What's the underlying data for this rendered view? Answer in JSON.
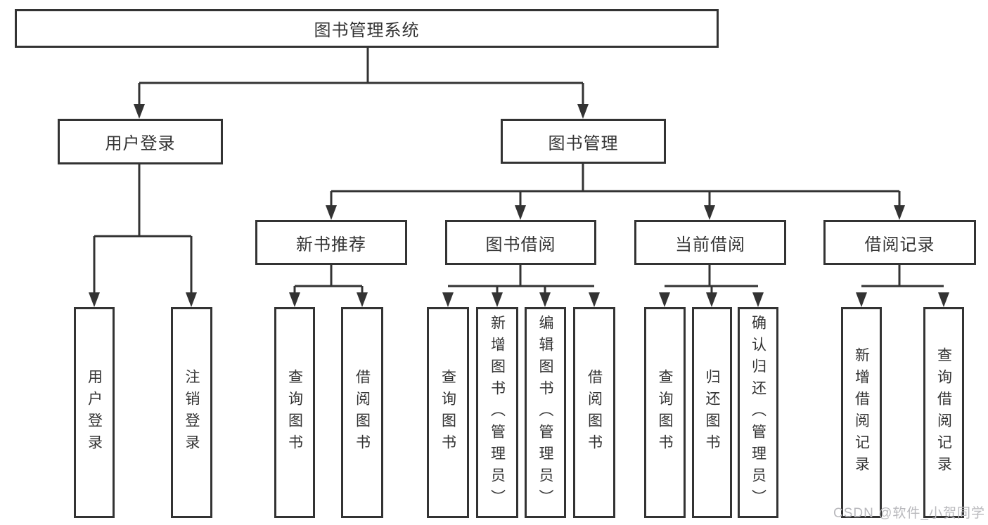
{
  "diagram": {
    "watermark": "CSDN @软件_小贺同学",
    "colors": {
      "background": "#ffffff",
      "line": "#333333",
      "box_border": "#333333",
      "text": "#333333",
      "watermark": "#b9b9bd"
    }
  },
  "tree": {
    "root": {
      "label": "图书管理系统"
    },
    "level1": [
      {
        "label": "用户登录",
        "children": [
          {
            "label": "用户登录"
          },
          {
            "label": "注销登录"
          }
        ]
      },
      {
        "label": "图书管理",
        "children": [
          {
            "label": "新书推荐",
            "children": [
              {
                "label": "查询图书"
              },
              {
                "label": "借阅图书"
              }
            ]
          },
          {
            "label": "图书借阅",
            "children": [
              {
                "label": "查询图书"
              },
              {
                "label": "新增图书（管理员）"
              },
              {
                "label": "编辑图书（管理员）"
              },
              {
                "label": "借阅图书"
              }
            ]
          },
          {
            "label": "当前借阅",
            "children": [
              {
                "label": "查询图书"
              },
              {
                "label": "归还图书"
              },
              {
                "label": "确认归还（管理员）"
              }
            ]
          },
          {
            "label": "借阅记录",
            "children": [
              {
                "label": "新增借阅记录"
              },
              {
                "label": "查询借阅记录"
              }
            ]
          }
        ]
      }
    ]
  }
}
